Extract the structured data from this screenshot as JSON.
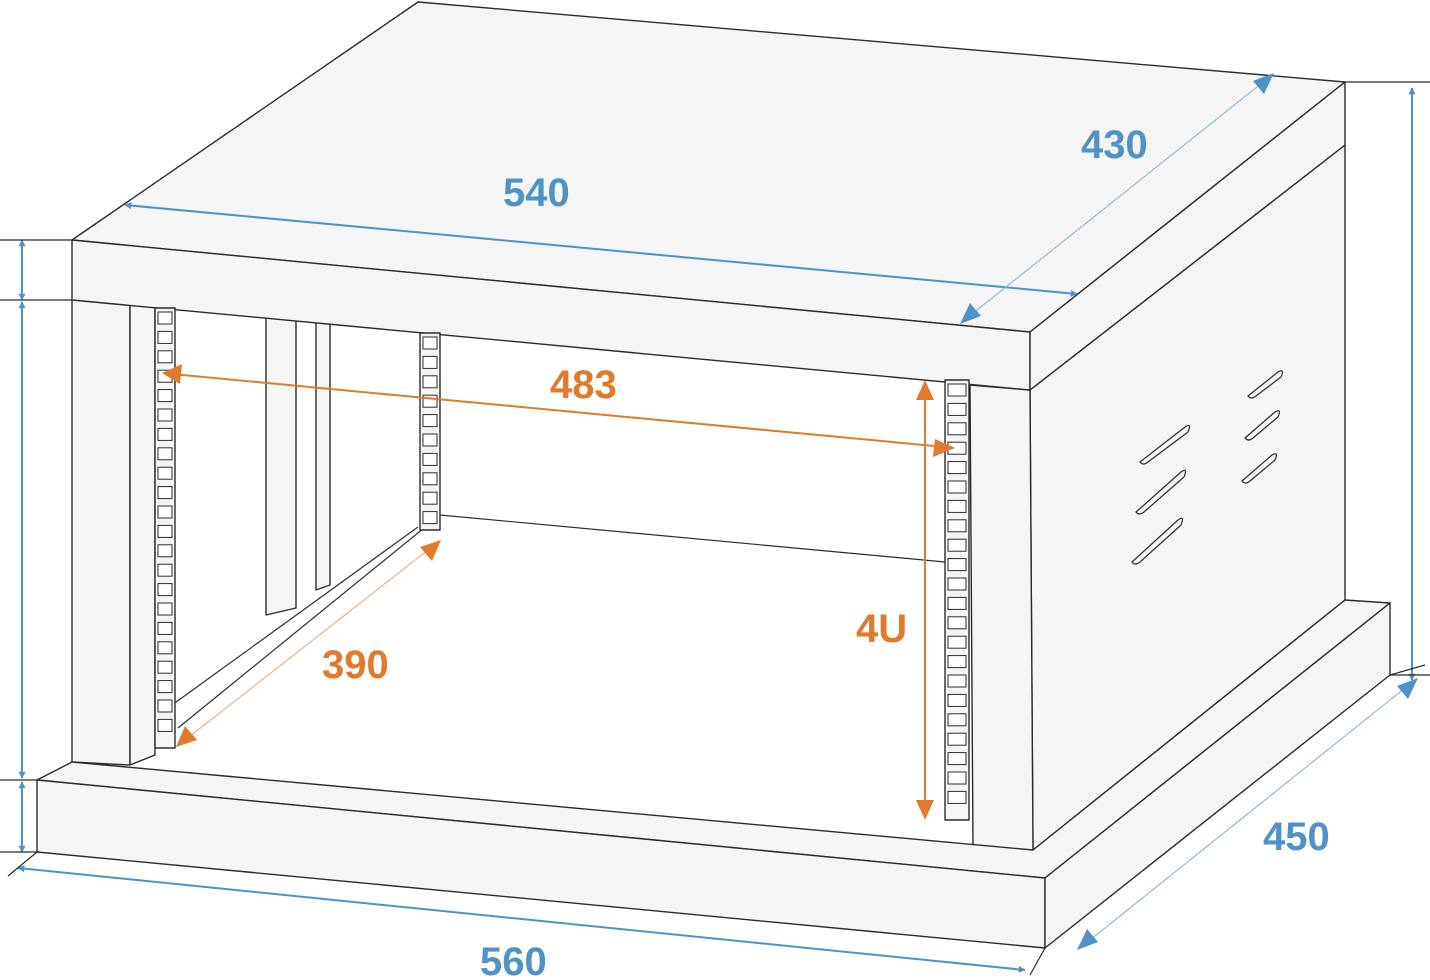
{
  "dimensions": {
    "top_width": "540",
    "top_depth": "430",
    "rack_width": "483",
    "rack_depth": "390",
    "rack_height": "4U",
    "base_depth": "450",
    "base_width": "560"
  },
  "colors": {
    "outer_dimension": "#4f93c6",
    "rack_dimension": "#e07a2c",
    "outline": "#2b2b2b",
    "fill": "#f5f5f5"
  }
}
